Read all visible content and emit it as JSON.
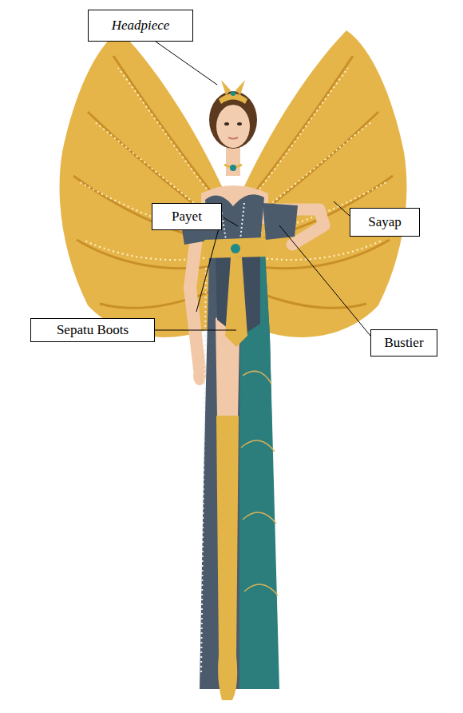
{
  "diagram": {
    "nodes": [
      {
        "text": [
          "Headpiece"
        ]
      },
      {
        "text": [
          "Payet"
        ]
      },
      {
        "text": [
          "Sayap"
        ]
      },
      {
        "text": [
          "Sepatu Boots"
        ]
      },
      {
        "text": [
          "Bustier"
        ]
      }
    ]
  }
}
